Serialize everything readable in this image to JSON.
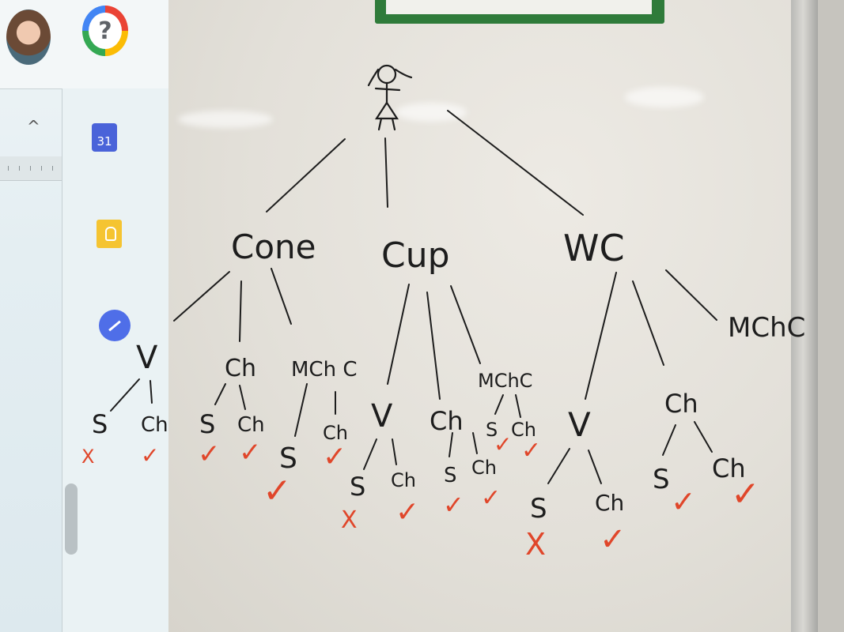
{
  "screen": {
    "calendar_day": "31",
    "help_glyph": "?",
    "chevron_glyph": "^",
    "icons": [
      "avatar",
      "help-icon",
      "calendar-icon",
      "keep-icon",
      "tasks-icon",
      "chevron-up-icon"
    ]
  },
  "tree": {
    "root_icon": "stick-figure-icon",
    "branches": [
      {
        "label": "Cone",
        "children": [
          {
            "label": "V",
            "children": [
              {
                "label": "S",
                "mark": "X"
              },
              {
                "label": "Ch",
                "mark": "✓"
              }
            ]
          },
          {
            "label": "Ch",
            "children": [
              {
                "label": "S",
                "mark": "✓"
              },
              {
                "label": "Ch",
                "mark": "✓"
              }
            ]
          },
          {
            "label": "MCh C",
            "children": [
              {
                "label": "S",
                "mark": "✓"
              },
              {
                "label": "Ch",
                "mark": "✓"
              }
            ]
          }
        ]
      },
      {
        "label": "Cup",
        "children": [
          {
            "label": "V",
            "children": [
              {
                "label": "S",
                "mark": "X"
              },
              {
                "label": "Ch",
                "mark": "✓"
              }
            ]
          },
          {
            "label": "Ch",
            "children": [
              {
                "label": "S",
                "mark": "✓"
              },
              {
                "label": "Ch",
                "mark": "✓"
              }
            ]
          },
          {
            "label": "MChC",
            "children": [
              {
                "label": "S",
                "mark": "✓"
              },
              {
                "label": "Ch",
                "mark": "✓"
              }
            ]
          }
        ]
      },
      {
        "label": "WC",
        "children": [
          {
            "label": "V",
            "children": [
              {
                "label": "S",
                "mark": "X"
              },
              {
                "label": "Ch",
                "mark": "✓"
              }
            ]
          },
          {
            "label": "Ch",
            "children": [
              {
                "label": "S",
                "mark": "✓"
              },
              {
                "label": "Ch",
                "mark": "✓"
              }
            ]
          },
          {
            "label": "MChC",
            "children": []
          }
        ]
      }
    ]
  },
  "colors": {
    "ink": "#1d1d1d",
    "marker_red": "#e0462a",
    "frame_green": "#2f7b3a"
  }
}
